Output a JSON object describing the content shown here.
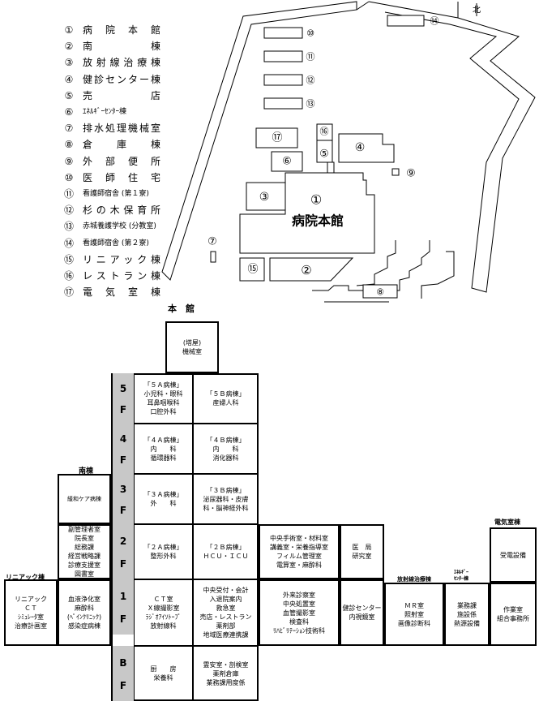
{
  "legend": [
    {
      "num": "①",
      "label": "病院本館",
      "small": false
    },
    {
      "num": "②",
      "label": "南棟",
      "small": false
    },
    {
      "num": "③",
      "label": "放射線治療棟",
      "small": false
    },
    {
      "num": "④",
      "label": "健診センター棟",
      "small": false
    },
    {
      "num": "⑤",
      "label": "売店",
      "small": false
    },
    {
      "num": "⑥",
      "label": "ｴﾈﾙｷﾞｰｾﾝﾀｰ棟",
      "small": true
    },
    {
      "num": "⑦",
      "label": "排水処理機械室",
      "small": false
    },
    {
      "num": "⑧",
      "label": "倉庫棟",
      "small": false
    },
    {
      "num": "⑨",
      "label": "外部便所",
      "small": false
    },
    {
      "num": "⑩",
      "label": "医師住宅",
      "small": false
    },
    {
      "num": "⑪",
      "label": "看護師宿舎 (第１寮)",
      "small": true
    },
    {
      "num": "⑫",
      "label": "杉の木保育所",
      "small": false
    },
    {
      "num": "⑬",
      "label": "赤城養護学校 (分教室)",
      "small": true
    },
    {
      "num": "⑭",
      "label": "看護師宿舎 (第２寮)",
      "small": true
    },
    {
      "num": "⑮",
      "label": "リニアック棟",
      "small": false
    },
    {
      "num": "⑯",
      "label": "レストラン棟",
      "small": false
    },
    {
      "num": "⑰",
      "label": "電気室棟",
      "small": false
    }
  ],
  "map": {
    "north": "北",
    "main_label": "病院本館",
    "markers": {
      "m1": "①",
      "m2": "②",
      "m3": "③",
      "m4": "④",
      "m5": "⑤",
      "m6": "⑥",
      "m7": "⑦",
      "m8": "⑧",
      "m9": "⑨",
      "m10": "⑩",
      "m11": "⑪",
      "m12": "⑫",
      "m13": "⑬",
      "m14": "⑭",
      "m15": "⑮",
      "m16": "⑯",
      "m17": "⑰"
    }
  },
  "headers": {
    "main": "本　館",
    "south": "南棟",
    "linac": "リニアック棟",
    "radiation": "放射線治療棟",
    "energy": "ｴﾈﾙｷﾞｰ\nｾﾝﾀｰ棟",
    "electric": "電気室棟"
  },
  "floors": {
    "f5": [
      "5",
      "F"
    ],
    "f4": [
      "4",
      "F"
    ],
    "f3": [
      "3",
      "F"
    ],
    "f2": [
      "2",
      "F"
    ],
    "f1": [
      "1",
      "F"
    ],
    "bf": [
      "B",
      "F"
    ]
  },
  "cells": {
    "tower": [
      "(塔屋)",
      "機械室"
    ],
    "f5a": [
      "「５Ａ病棟」",
      "小児科・眼科",
      "耳鼻咽喉科",
      "口腔外科"
    ],
    "f5b": [
      "「５Ｂ病棟」",
      "産婦人科"
    ],
    "f4a": [
      "「４Ａ病棟」",
      "内　　科",
      "循環器科"
    ],
    "f4b": [
      "「４Ｂ病棟」",
      "内　　科",
      "消化器科"
    ],
    "f3a": [
      "「３Ａ病棟」",
      "外　　科"
    ],
    "f3b": [
      "「３Ｂ病棟」",
      "泌尿器科・皮膚",
      "科・脳神経外科"
    ],
    "f2a": [
      "「２Ａ病棟」",
      "整形外科"
    ],
    "f2b": [
      "「２Ｂ病棟」",
      "ＨＣＵ・ＩＣＵ"
    ],
    "f1a": [
      "ＣＴ室",
      "Ｘ線撮影室",
      "ﾗｼﾞｵｱｲｿﾄｰﾌﾟ",
      "放射線科"
    ],
    "f1b": [
      "中央受付・会計",
      "入退院案内",
      "救急室",
      "売店・レストラン",
      "薬剤部",
      "地域医療連携課"
    ],
    "bfa": [
      "厨　　房",
      "栄養科"
    ],
    "bfb": [
      "霊安室・剖検室",
      "薬剤倉庫",
      "業務課用度係"
    ],
    "s3": [
      "緩和ケア病棟"
    ],
    "s2": [
      "副管理者室",
      "院長室",
      "総務課",
      "経営戦略課",
      "診療支援室",
      "図書室"
    ],
    "s1": [
      "血液浄化室",
      "麻酔科",
      "(ﾍﾟｲﾝｸﾘﾆｯｸ)",
      "感染症病棟"
    ],
    "e2": [
      "中央手術室・材料室",
      "講義室・栄養指導室",
      "フィルム管理室",
      "電算室・麻酔科"
    ],
    "e1": [
      "外来診察室",
      "中央処置室",
      "血管撮影室",
      "検査科",
      "ﾘﾊﾋﾞﾘﾃｰｼｮﾝ技術科"
    ],
    "d2": [
      "医　局",
      "研究室"
    ],
    "d1": [
      "健診センター",
      "内視鏡室"
    ],
    "linac": [
      "リニアック",
      "ＣＴ",
      "ｼﾐｭﾚｰﾀ室",
      "治療計画室"
    ],
    "rad": [
      "ＭＲ室",
      "照射室",
      "画像診断科"
    ],
    "eng": [
      "業務課",
      "施設係",
      "熱源設備"
    ],
    "elec2": [
      "受電設備"
    ],
    "elec1": [
      "作業室",
      "組合事務所"
    ]
  }
}
